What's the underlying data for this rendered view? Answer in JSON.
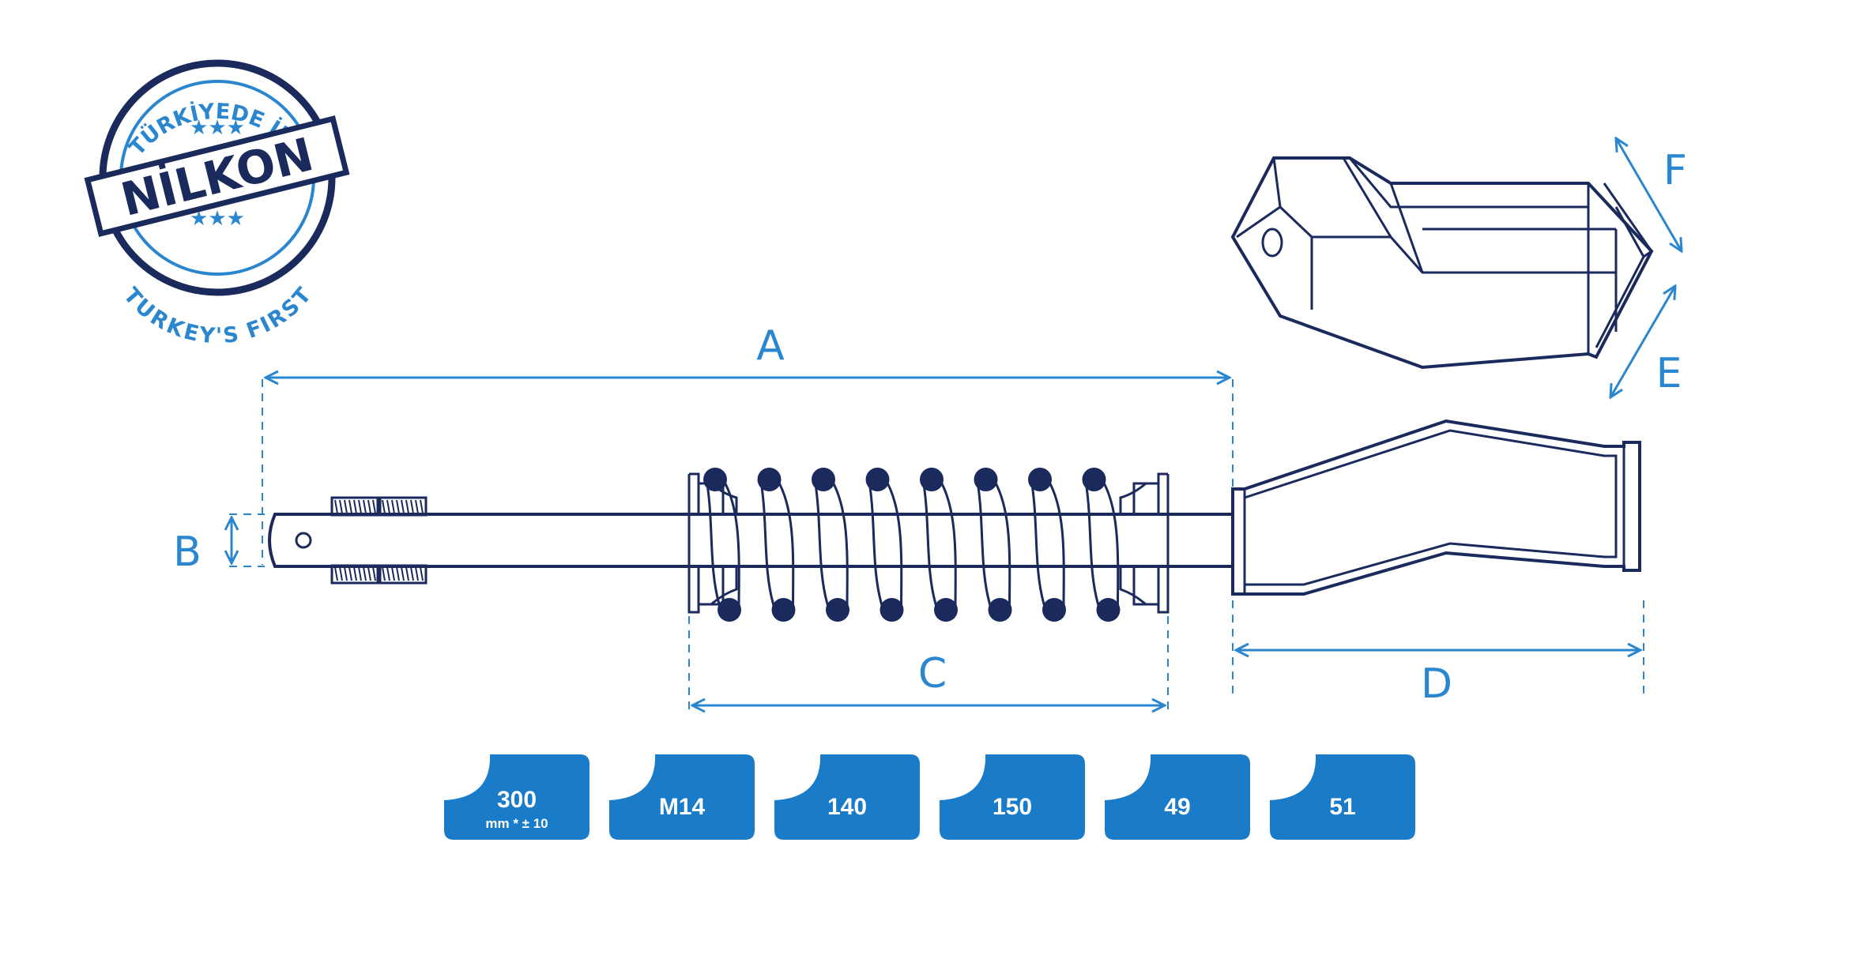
{
  "logo": {
    "top_text": "TÜRKİYEDE İLK",
    "brand": "NİLKON",
    "bottom_text": "TURKEY'S FIRST"
  },
  "dimensions": {
    "A": {
      "letter": "A",
      "value": "300",
      "sub": "mm * ± 10"
    },
    "B": {
      "letter": "B",
      "value": "M14"
    },
    "C": {
      "letter": "C",
      "value": "140"
    },
    "D": {
      "letter": "D",
      "value": "150"
    },
    "E": {
      "letter": "E",
      "value": "49"
    },
    "F": {
      "letter": "F",
      "value": "51"
    }
  },
  "colors": {
    "accent": "#2a86cf",
    "card": "#1a7cc9",
    "line": "#1b2a5c"
  }
}
